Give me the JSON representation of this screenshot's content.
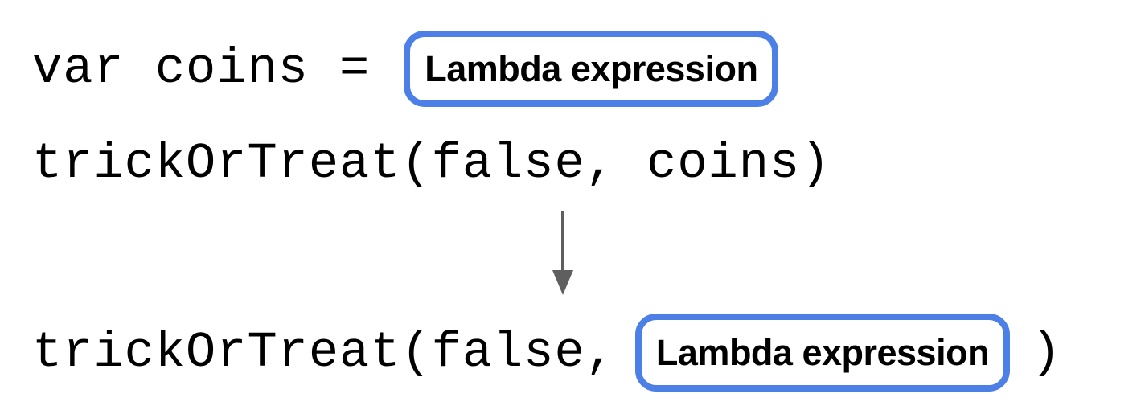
{
  "diagram": {
    "title": "lambda-expression-substitution",
    "assignment_line": {
      "code": "var coins =",
      "box_label": "Lambda expression"
    },
    "call_line": {
      "code": "trickOrTreat(false, coins)"
    },
    "arrow": {
      "direction": "down"
    },
    "substituted_line": {
      "code_prefix": "trickOrTreat(false,",
      "box_label": "Lambda expression",
      "code_suffix": ")"
    }
  },
  "colors": {
    "box_border": "#4d80e6",
    "arrow": "#5f5f5f",
    "code_text": "#000000",
    "background": "#ffffff"
  }
}
